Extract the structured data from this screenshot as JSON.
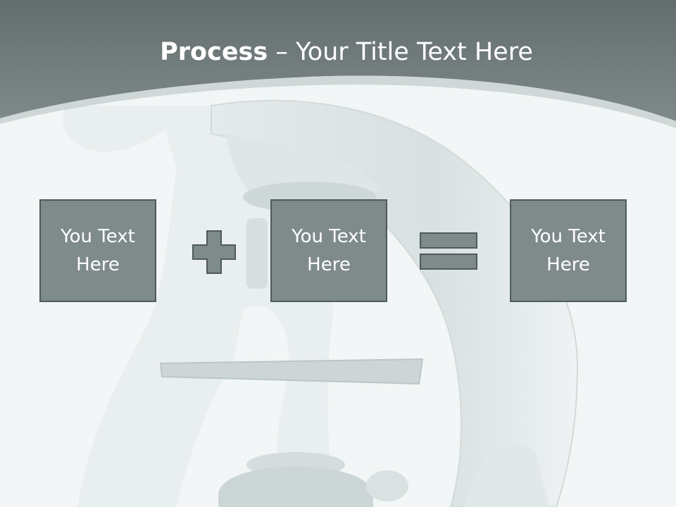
{
  "slide": {
    "title_bold": "Process",
    "title_rest": " – Your Title Text Here",
    "boxes": [
      {
        "text": "You Text Here"
      },
      {
        "text": "You Text Here"
      },
      {
        "text": "You Text Here"
      }
    ],
    "operators": [
      "plus",
      "equals"
    ]
  },
  "colors": {
    "header": "#6f7a7a",
    "box_fill": "#7f8b8b",
    "box_border": "#4f5a5a",
    "background": "#f3f6f6"
  },
  "icons": [
    "plus-icon",
    "equals-icon"
  ]
}
